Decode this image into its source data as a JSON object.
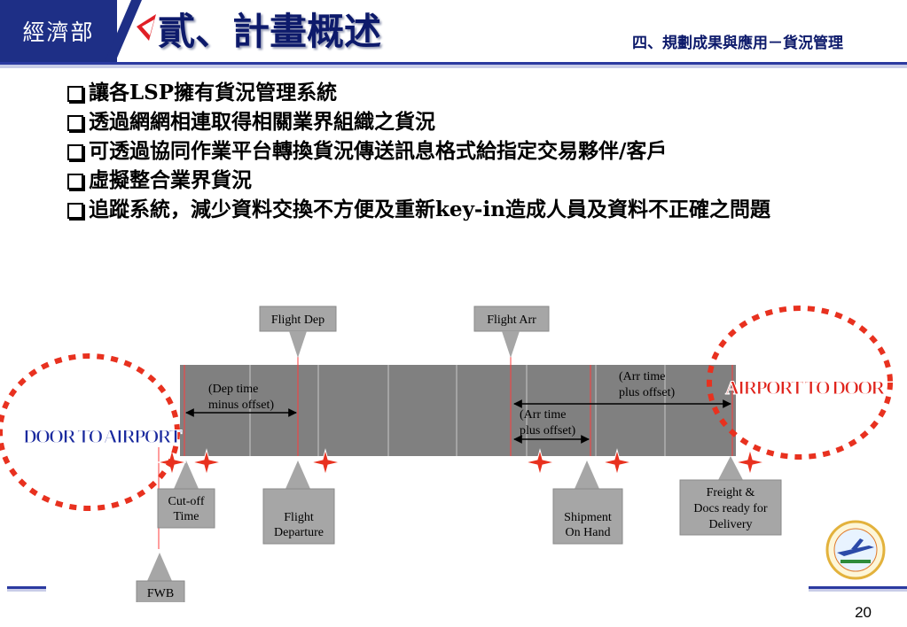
{
  "header": {
    "org_name": "經濟部",
    "title": "貳、計畫概述",
    "section": "四、規劃成果與應用－貨況管理"
  },
  "bullets": [
    "讓各LSP擁有貨況管理系統",
    "透過網網相連取得相關業界組織之貨況",
    "可透過協同作業平台轉換貨況傳送訊息格式給指定交易夥伴/客戶",
    "虛擬整合業界貨況",
    "追蹤系統，減少資料交換不方便及重新key-in造成人員及資料不正確之問題"
  ],
  "diagram": {
    "top_labels": {
      "flight_dep": "Flight Dep",
      "flight_arr": "Flight Arr"
    },
    "bar_notes": {
      "dep_offset": [
        "(Dep time",
        "minus offset)"
      ],
      "arr_offset_a": [
        "(Arr time",
        "plus offset)"
      ],
      "arr_offset_b": [
        "(Arr time",
        "plus offset)"
      ]
    },
    "bottom_labels": {
      "cutoff": [
        "Cut-off",
        "Time"
      ],
      "departure": [
        "Flight",
        "Departure"
      ],
      "onhand": [
        "Shipment",
        "On Hand"
      ],
      "delivery": [
        "Freight &",
        "Docs ready for",
        "Delivery"
      ],
      "fwb": "FWB"
    },
    "zones": {
      "door_to_airport": "DOOR TO AIRPORT",
      "airport_to_door": "AIRPORT TO DOOR"
    },
    "colors": {
      "bar": "#808080",
      "dashed_circle": "#e8311f",
      "marker": "#e8311f",
      "header": "#1e2f86"
    }
  },
  "page_number": "20"
}
